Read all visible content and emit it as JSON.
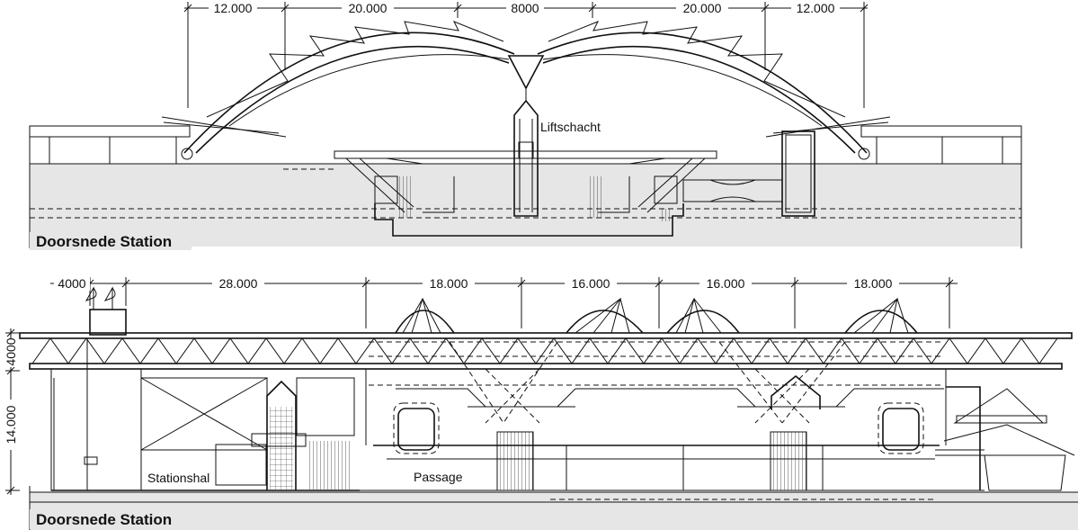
{
  "top_section": {
    "title": "Doorsnede Station",
    "label_shaft": "Liftschacht",
    "dimensions": [
      "12.000",
      "20.000",
      "8000",
      "20.000",
      "12.000"
    ]
  },
  "bottom_section": {
    "title": "Doorsnede Station",
    "label_hall": "Stationshal",
    "label_passage": "Passage",
    "dimensions": [
      "4000",
      "28.000",
      "18.000",
      "16.000",
      "16.000",
      "18.000"
    ],
    "vertical_dimensions": [
      "4000",
      "14.000"
    ]
  },
  "colors": {
    "ground": "#e6e6e6",
    "line": "#111111",
    "paper": "#ffffff"
  }
}
